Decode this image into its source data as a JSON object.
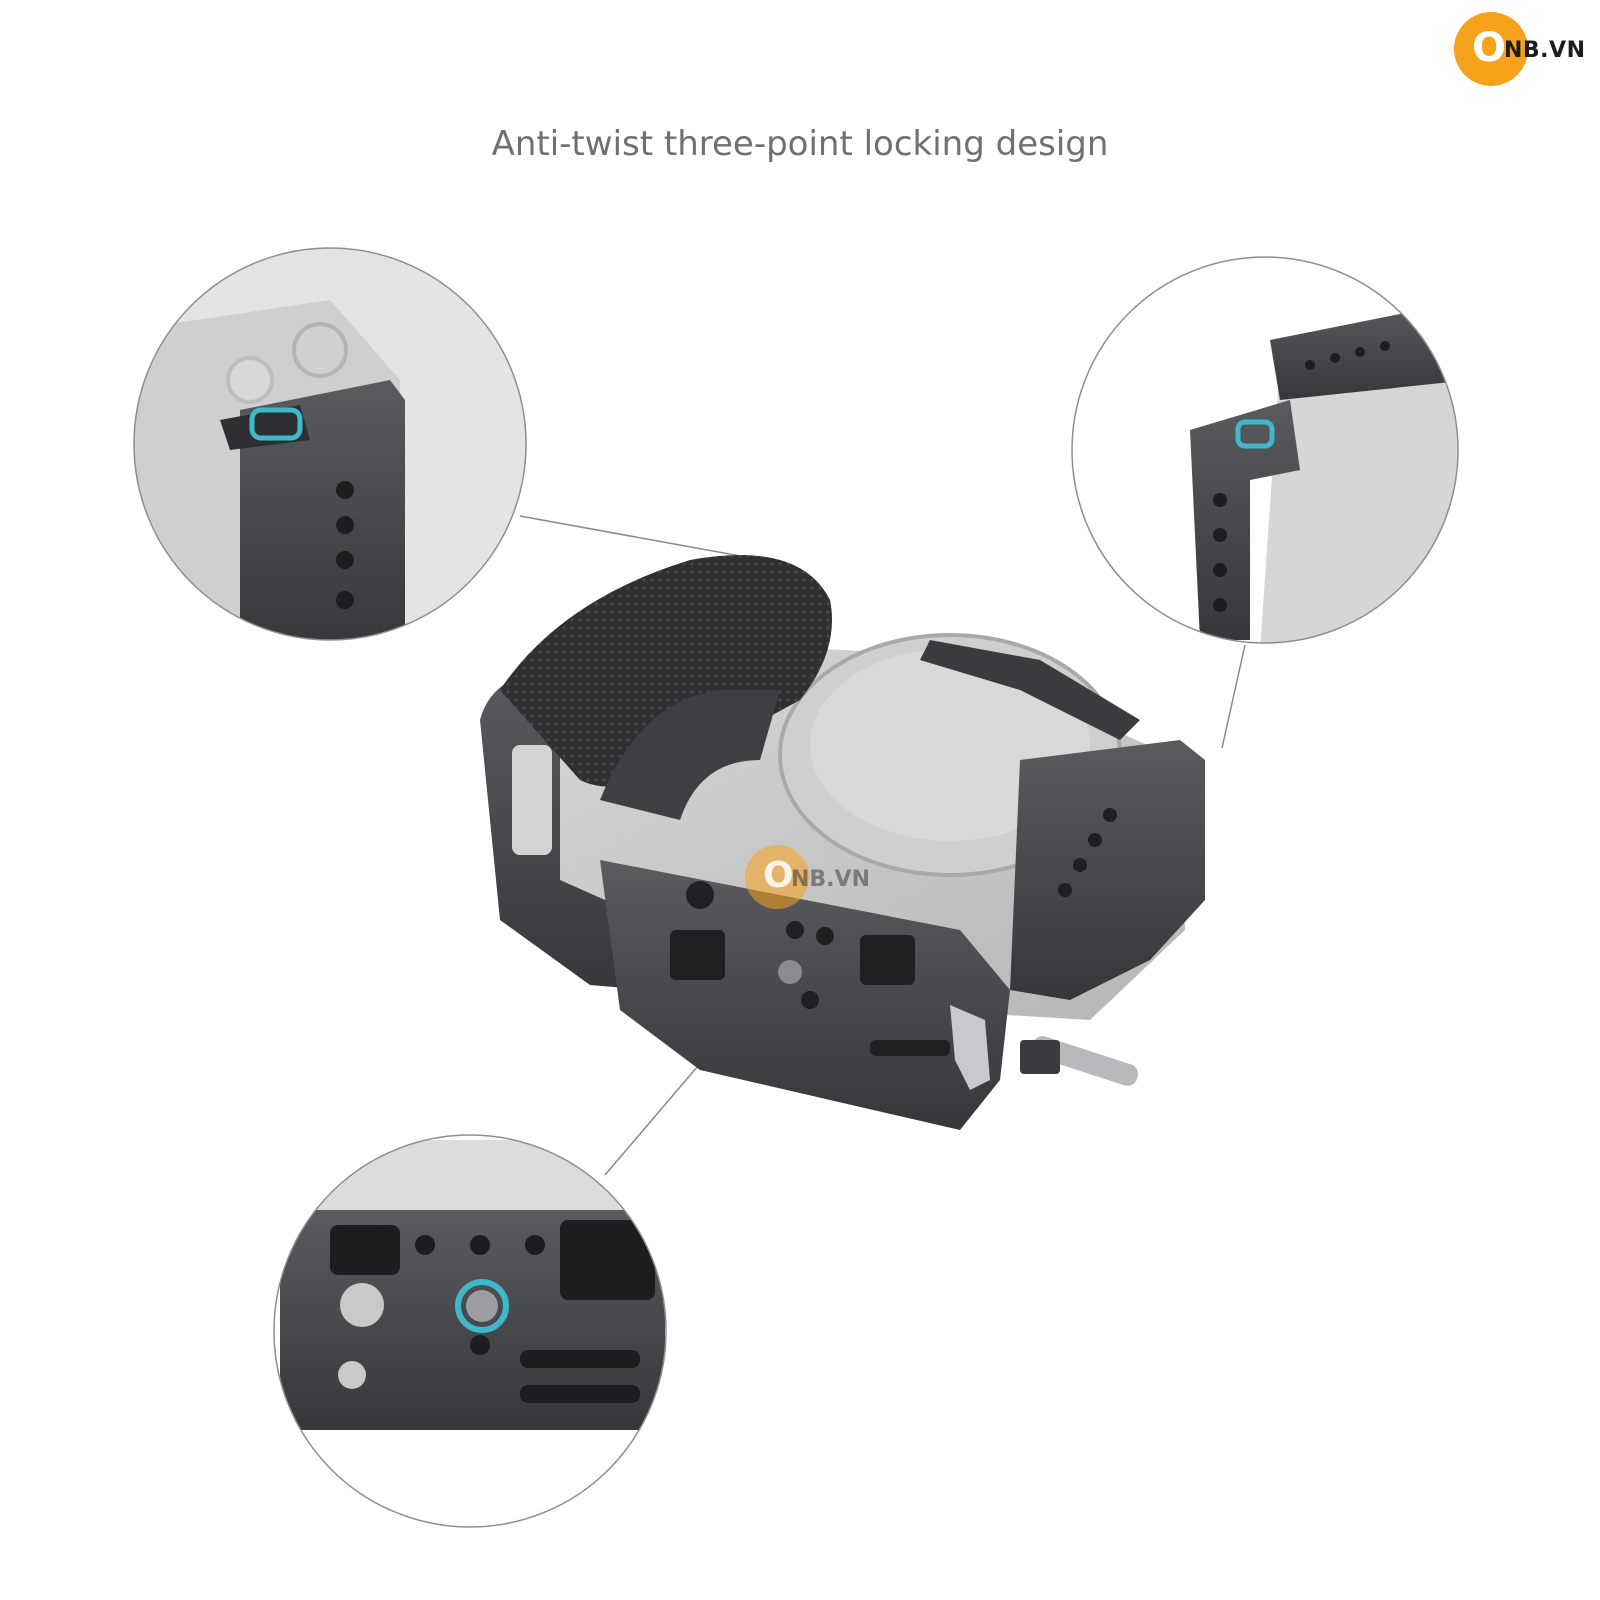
{
  "logo": {
    "letter": "O",
    "text": "NB.VN"
  },
  "headline": "Anti-twist three-point locking design",
  "watermark": {
    "letter": "O",
    "text": "NB.VN"
  },
  "colors": {
    "accent_ring": "#3fb8c9",
    "logo_orange": "#f7a21b",
    "cage_metal": "#4a4b4e",
    "camera_body": "#c9c9c9"
  }
}
